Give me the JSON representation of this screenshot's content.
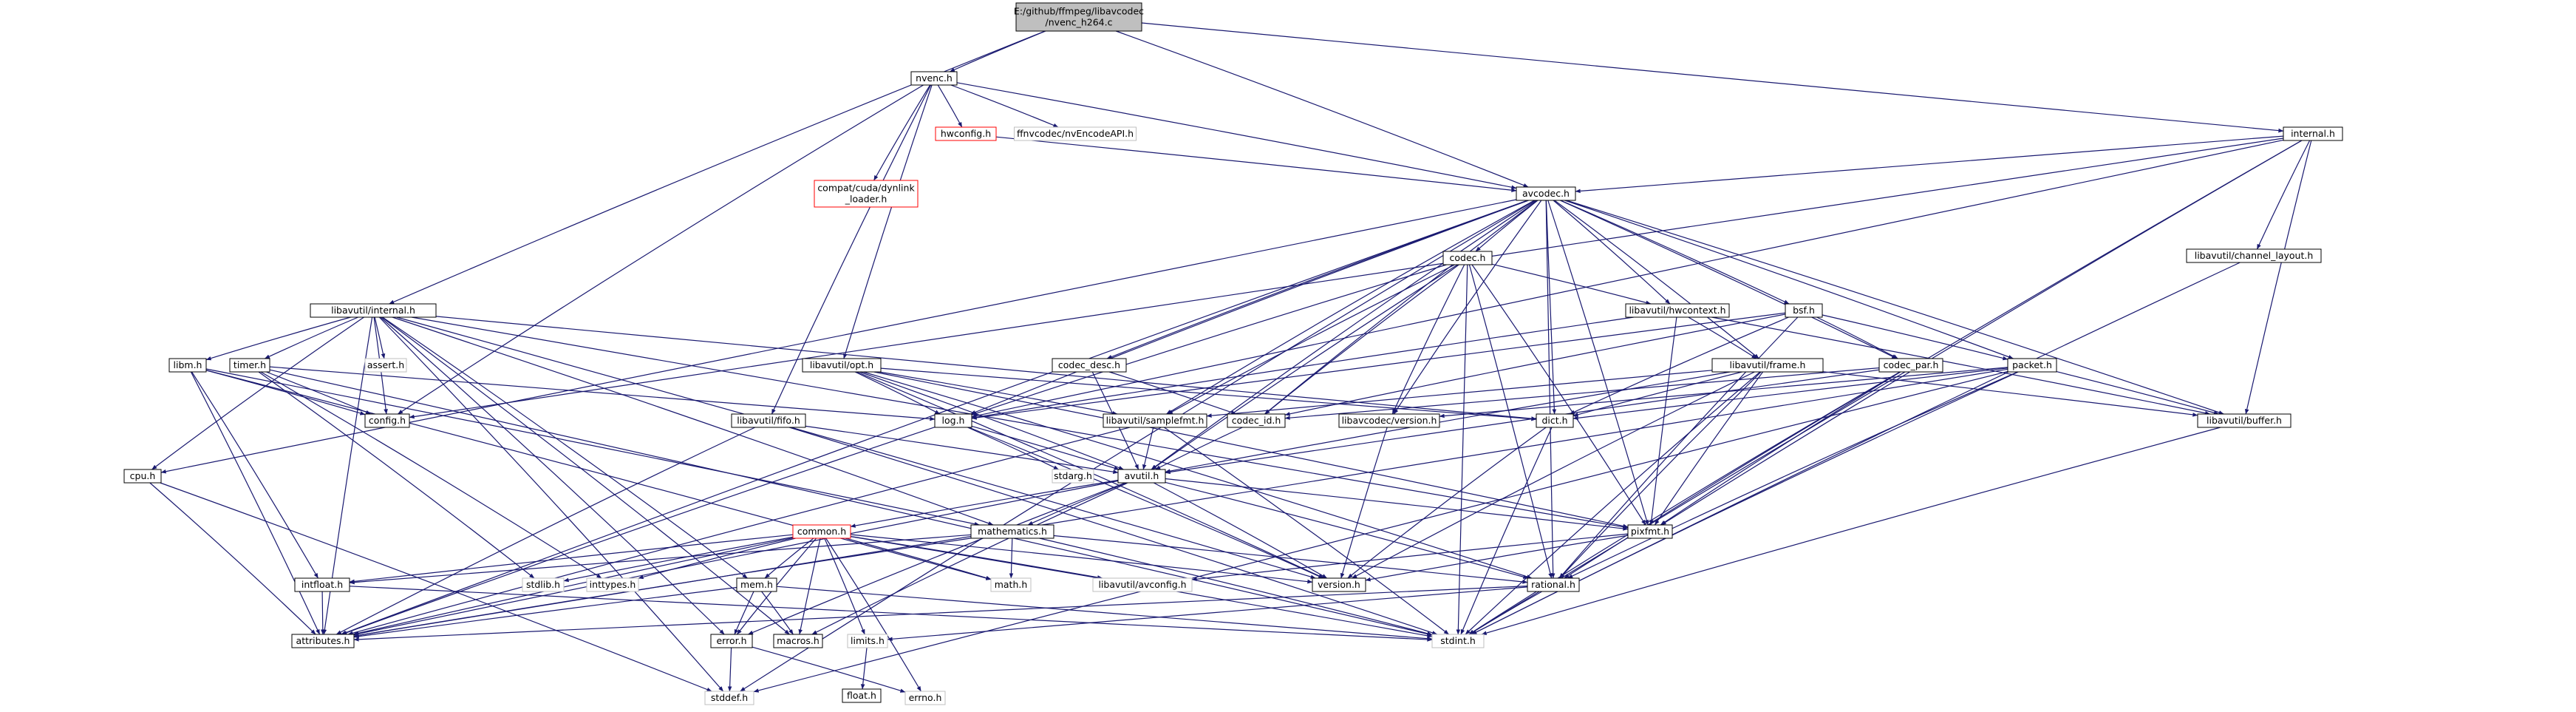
{
  "colors": {
    "edge": "#191970",
    "node_border": "#000000",
    "node_external_border": "#bfbfbf",
    "node_missing_border": "#ff0000",
    "root_fill": "#bfbfbf",
    "node_fill": "#ffffff"
  },
  "nodes": [
    {
      "id": "root",
      "lines": [
        "E:/github/ffmpeg/libavcodec",
        "/nvenc_h264.c"
      ],
      "style": "root"
    },
    {
      "id": "nvenc",
      "lines": [
        "nvenc.h"
      ],
      "style": "normal"
    },
    {
      "id": "internal",
      "lines": [
        "internal.h"
      ],
      "style": "normal"
    },
    {
      "id": "hwconfig",
      "lines": [
        "hwconfig.h"
      ],
      "style": "missing"
    },
    {
      "id": "nvEncodeAPI",
      "lines": [
        "ffnvcodec/nvEncodeAPI.h"
      ],
      "style": "external"
    },
    {
      "id": "dynlink",
      "lines": [
        "compat/cuda/dynlink",
        "_loader.h"
      ],
      "style": "missing"
    },
    {
      "id": "avcodec",
      "lines": [
        "avcodec.h"
      ],
      "style": "normal"
    },
    {
      "id": "codec",
      "lines": [
        "codec.h"
      ],
      "style": "normal"
    },
    {
      "id": "avu_internal",
      "lines": [
        "libavutil/internal.h"
      ],
      "style": "normal"
    },
    {
      "id": "chlayout",
      "lines": [
        "libavutil/channel_layout.h"
      ],
      "style": "normal"
    },
    {
      "id": "hwcontext",
      "lines": [
        "libavutil/hwcontext.h"
      ],
      "style": "normal"
    },
    {
      "id": "bsf",
      "lines": [
        "bsf.h"
      ],
      "style": "normal"
    },
    {
      "id": "frame",
      "lines": [
        "libavutil/frame.h"
      ],
      "style": "normal"
    },
    {
      "id": "libm",
      "lines": [
        "libm.h"
      ],
      "style": "normal"
    },
    {
      "id": "timer",
      "lines": [
        "timer.h"
      ],
      "style": "normal"
    },
    {
      "id": "assert",
      "lines": [
        "assert.h"
      ],
      "style": "external"
    },
    {
      "id": "opt",
      "lines": [
        "libavutil/opt.h"
      ],
      "style": "normal"
    },
    {
      "id": "codec_desc",
      "lines": [
        "codec_desc.h"
      ],
      "style": "normal"
    },
    {
      "id": "codec_par",
      "lines": [
        "codec_par.h"
      ],
      "style": "normal"
    },
    {
      "id": "packet",
      "lines": [
        "packet.h"
      ],
      "style": "normal"
    },
    {
      "id": "config",
      "lines": [
        "config.h"
      ],
      "style": "normal"
    },
    {
      "id": "log",
      "lines": [
        "log.h"
      ],
      "style": "normal"
    },
    {
      "id": "fifo",
      "lines": [
        "libavutil/fifo.h"
      ],
      "style": "normal"
    },
    {
      "id": "samplefmt",
      "lines": [
        "libavutil/samplefmt.h"
      ],
      "style": "normal"
    },
    {
      "id": "codec_id",
      "lines": [
        "codec_id.h"
      ],
      "style": "normal"
    },
    {
      "id": "lavc_version",
      "lines": [
        "libavcodec/version.h"
      ],
      "style": "normal"
    },
    {
      "id": "dict",
      "lines": [
        "dict.h"
      ],
      "style": "normal"
    },
    {
      "id": "buffer",
      "lines": [
        "libavutil/buffer.h"
      ],
      "style": "normal"
    },
    {
      "id": "cpu",
      "lines": [
        "cpu.h"
      ],
      "style": "normal"
    },
    {
      "id": "stdarg",
      "lines": [
        "stdarg.h"
      ],
      "style": "external"
    },
    {
      "id": "avutil",
      "lines": [
        "avutil.h"
      ],
      "style": "normal"
    },
    {
      "id": "common",
      "lines": [
        "common.h"
      ],
      "style": "missing"
    },
    {
      "id": "mathematics",
      "lines": [
        "mathematics.h"
      ],
      "style": "normal"
    },
    {
      "id": "pixfmt",
      "lines": [
        "pixfmt.h"
      ],
      "style": "normal"
    },
    {
      "id": "intfloat",
      "lines": [
        "intfloat.h"
      ],
      "style": "normal"
    },
    {
      "id": "stdlib",
      "lines": [
        "stdlib.h"
      ],
      "style": "external"
    },
    {
      "id": "inttypes",
      "lines": [
        "inttypes.h"
      ],
      "style": "external"
    },
    {
      "id": "mem",
      "lines": [
        "mem.h"
      ],
      "style": "normal"
    },
    {
      "id": "math",
      "lines": [
        "math.h"
      ],
      "style": "external"
    },
    {
      "id": "avconfig",
      "lines": [
        "libavutil/avconfig.h"
      ],
      "style": "external"
    },
    {
      "id": "version",
      "lines": [
        "version.h"
      ],
      "style": "normal"
    },
    {
      "id": "rational",
      "lines": [
        "rational.h"
      ],
      "style": "normal"
    },
    {
      "id": "attributes",
      "lines": [
        "attributes.h"
      ],
      "style": "normal"
    },
    {
      "id": "error",
      "lines": [
        "error.h"
      ],
      "style": "normal"
    },
    {
      "id": "macros",
      "lines": [
        "macros.h"
      ],
      "style": "normal"
    },
    {
      "id": "limits",
      "lines": [
        "limits.h"
      ],
      "style": "external"
    },
    {
      "id": "stdint",
      "lines": [
        "stdint.h"
      ],
      "style": "external"
    },
    {
      "id": "float",
      "lines": [
        "float.h"
      ],
      "style": "normal"
    },
    {
      "id": "stddef",
      "lines": [
        "stddef.h"
      ],
      "style": "external"
    },
    {
      "id": "errno",
      "lines": [
        "errno.h"
      ],
      "style": "external"
    }
  ],
  "edges": [
    [
      "root",
      "nvenc"
    ],
    [
      "root",
      "internal"
    ],
    [
      "root",
      "avcodec"
    ],
    [
      "root",
      "avu_internal"
    ],
    [
      "nvenc",
      "hwconfig"
    ],
    [
      "nvenc",
      "nvEncodeAPI"
    ],
    [
      "nvenc",
      "dynlink"
    ],
    [
      "nvenc",
      "avcodec"
    ],
    [
      "nvenc",
      "opt"
    ],
    [
      "nvenc",
      "fifo"
    ],
    [
      "nvenc",
      "config"
    ],
    [
      "hwconfig",
      "avcodec"
    ],
    [
      "internal",
      "avcodec"
    ],
    [
      "internal",
      "chlayout"
    ],
    [
      "internal",
      "buffer"
    ],
    [
      "internal",
      "stdint"
    ],
    [
      "internal",
      "log"
    ],
    [
      "internal",
      "pixfmt"
    ],
    [
      "internal",
      "config"
    ],
    [
      "avcodec",
      "codec"
    ],
    [
      "avcodec",
      "hwcontext"
    ],
    [
      "avcodec",
      "bsf"
    ],
    [
      "avcodec",
      "codec_desc"
    ],
    [
      "avcodec",
      "codec_par"
    ],
    [
      "avcodec",
      "packet"
    ],
    [
      "avcodec",
      "samplefmt"
    ],
    [
      "avcodec",
      "codec_id"
    ],
    [
      "avcodec",
      "lavc_version"
    ],
    [
      "avcodec",
      "dict"
    ],
    [
      "avcodec",
      "buffer"
    ],
    [
      "avcodec",
      "log"
    ],
    [
      "avcodec",
      "avutil"
    ],
    [
      "avcodec",
      "frame"
    ],
    [
      "avcodec",
      "pixfmt"
    ],
    [
      "avcodec",
      "rational"
    ],
    [
      "avcodec",
      "attributes"
    ],
    [
      "avcodec",
      "cpu"
    ],
    [
      "avcodec",
      "stddef"
    ],
    [
      "codec",
      "hwcontext"
    ],
    [
      "codec",
      "codec_id"
    ],
    [
      "codec",
      "samplefmt"
    ],
    [
      "codec",
      "log"
    ],
    [
      "codec",
      "avutil"
    ],
    [
      "codec",
      "pixfmt"
    ],
    [
      "codec",
      "rational"
    ],
    [
      "codec",
      "lavc_version"
    ],
    [
      "codec",
      "stdint"
    ],
    [
      "chlayout",
      "stdint"
    ],
    [
      "hwcontext",
      "buffer"
    ],
    [
      "hwcontext",
      "frame"
    ],
    [
      "hwcontext",
      "log"
    ],
    [
      "hwcontext",
      "pixfmt"
    ],
    [
      "bsf",
      "codec_id"
    ],
    [
      "bsf",
      "codec_par"
    ],
    [
      "bsf",
      "packet"
    ],
    [
      "bsf",
      "dict"
    ],
    [
      "bsf",
      "log"
    ],
    [
      "bsf",
      "rational"
    ],
    [
      "frame",
      "avutil"
    ],
    [
      "frame",
      "buffer"
    ],
    [
      "frame",
      "dict"
    ],
    [
      "frame",
      "rational"
    ],
    [
      "frame",
      "samplefmt"
    ],
    [
      "frame",
      "pixfmt"
    ],
    [
      "frame",
      "version"
    ],
    [
      "frame",
      "stdint"
    ],
    [
      "codec_desc",
      "avutil"
    ],
    [
      "codec_desc",
      "codec_id"
    ],
    [
      "codec_par",
      "avutil"
    ],
    [
      "codec_par",
      "rational"
    ],
    [
      "codec_par",
      "pixfmt"
    ],
    [
      "codec_par",
      "codec_id"
    ],
    [
      "codec_par",
      "stdint"
    ],
    [
      "packet",
      "buffer"
    ],
    [
      "packet",
      "attributes"
    ],
    [
      "packet",
      "dict"
    ],
    [
      "packet",
      "rational"
    ],
    [
      "packet",
      "lavc_version"
    ],
    [
      "packet",
      "stdint"
    ],
    [
      "packet",
      "stddef"
    ],
    [
      "avu_internal",
      "libm"
    ],
    [
      "avu_internal",
      "timer"
    ],
    [
      "avu_internal",
      "assert"
    ],
    [
      "avu_internal",
      "config"
    ],
    [
      "avu_internal",
      "cpu"
    ],
    [
      "avu_internal",
      "dict"
    ],
    [
      "avu_internal",
      "mathematics"
    ],
    [
      "avu_internal",
      "pixfmt"
    ],
    [
      "avu_internal",
      "version"
    ],
    [
      "avu_internal",
      "attributes"
    ],
    [
      "avu_internal",
      "mem"
    ],
    [
      "avu_internal",
      "macros"
    ],
    [
      "avu_internal",
      "error"
    ],
    [
      "avu_internal",
      "stddef"
    ],
    [
      "libm",
      "config"
    ],
    [
      "libm",
      "attributes"
    ],
    [
      "libm",
      "intfloat"
    ],
    [
      "libm",
      "mathematics"
    ],
    [
      "libm",
      "math"
    ],
    [
      "timer",
      "config"
    ],
    [
      "timer",
      "log"
    ],
    [
      "timer",
      "inttypes"
    ],
    [
      "timer",
      "stdlib"
    ],
    [
      "timer",
      "stdint"
    ],
    [
      "opt",
      "log"
    ],
    [
      "opt",
      "avutil"
    ],
    [
      "opt",
      "dict"
    ],
    [
      "opt",
      "pixfmt"
    ],
    [
      "opt",
      "rational"
    ],
    [
      "opt",
      "samplefmt"
    ],
    [
      "opt",
      "version"
    ],
    [
      "fifo",
      "avutil"
    ],
    [
      "fifo",
      "attributes"
    ],
    [
      "fifo",
      "stdint"
    ],
    [
      "samplefmt",
      "avutil"
    ],
    [
      "samplefmt",
      "attributes"
    ],
    [
      "samplefmt",
      "stdint"
    ],
    [
      "codec_id",
      "avutil"
    ],
    [
      "lavc_version",
      "version"
    ],
    [
      "dict",
      "stdint"
    ],
    [
      "dict",
      "version"
    ],
    [
      "buffer",
      "stdint"
    ],
    [
      "cpu",
      "attributes"
    ],
    [
      "cpu",
      "stddef"
    ],
    [
      "log",
      "avutil"
    ],
    [
      "log",
      "attributes"
    ],
    [
      "log",
      "version"
    ],
    [
      "log",
      "stdarg"
    ],
    [
      "avutil",
      "common"
    ],
    [
      "avutil",
      "mathematics"
    ],
    [
      "avutil",
      "pixfmt"
    ],
    [
      "avutil",
      "rational"
    ],
    [
      "avutil",
      "version"
    ],
    [
      "avutil",
      "macros"
    ],
    [
      "avutil",
      "attributes"
    ],
    [
      "avutil",
      "error"
    ],
    [
      "common",
      "attributes"
    ],
    [
      "common",
      "macros"
    ],
    [
      "common",
      "mem"
    ],
    [
      "common",
      "error"
    ],
    [
      "common",
      "stdint"
    ],
    [
      "common",
      "math"
    ],
    [
      "common",
      "stdlib"
    ],
    [
      "common",
      "inttypes"
    ],
    [
      "common",
      "limits"
    ],
    [
      "common",
      "errno"
    ],
    [
      "common",
      "intfloat"
    ],
    [
      "common",
      "avconfig"
    ],
    [
      "common",
      "version"
    ],
    [
      "mathematics",
      "rational"
    ],
    [
      "mathematics",
      "attributes"
    ],
    [
      "mathematics",
      "intfloat"
    ],
    [
      "mathematics",
      "math"
    ],
    [
      "mathematics",
      "stdint"
    ],
    [
      "pixfmt",
      "avconfig"
    ],
    [
      "pixfmt",
      "version"
    ],
    [
      "intfloat",
      "attributes"
    ],
    [
      "intfloat",
      "stdint"
    ],
    [
      "mem",
      "attributes"
    ],
    [
      "mem",
      "error"
    ],
    [
      "mem",
      "macros"
    ],
    [
      "mem",
      "stdint"
    ],
    [
      "rational",
      "attributes"
    ],
    [
      "rational",
      "stdint"
    ],
    [
      "rational",
      "limits"
    ],
    [
      "error",
      "errno"
    ],
    [
      "error",
      "stddef"
    ],
    [
      "limits",
      "float"
    ]
  ]
}
